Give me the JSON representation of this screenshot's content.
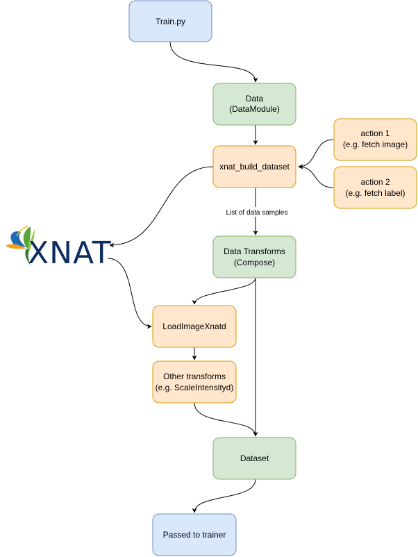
{
  "nodes": {
    "train": {
      "label": "Train.py"
    },
    "data": {
      "line1": "Data",
      "line2": "(DataModule)"
    },
    "xnat_build": {
      "label": "xnat_build_dataset"
    },
    "action1": {
      "line1": "action 1",
      "line2": "(e.g. fetch image)"
    },
    "action2": {
      "line1": "action 2",
      "line2": "(e.g. fetch label)"
    },
    "transforms": {
      "line1": "Data Transforms",
      "line2": "(Compose)"
    },
    "load_image": {
      "label": "LoadImageXnatd"
    },
    "other_transforms": {
      "line1": "Other transforms",
      "line2": "(e.g. ScaleIntensityd)"
    },
    "dataset": {
      "label": "Dataset"
    },
    "trainer": {
      "label": "Passed to trainer"
    }
  },
  "edge_labels": {
    "samples": "List of data samples"
  },
  "logo": {
    "text": "XNAT",
    "icon": "xnat-leaf-icon"
  },
  "colors": {
    "blue_fill": "#dae8fc",
    "blue_stroke": "#6c8ebf",
    "green_fill": "#d5e8d4",
    "green_stroke": "#82b366",
    "orange_fill": "#ffe6cc",
    "orange_stroke": "#d79b00"
  }
}
